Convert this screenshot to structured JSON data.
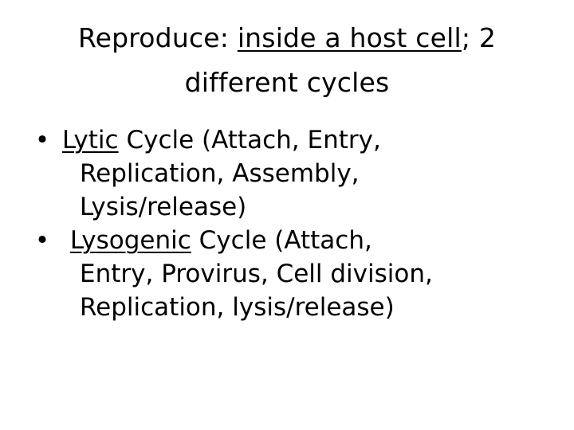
{
  "title": {
    "line1_prefix": "Reproduce: ",
    "line1_underlined": "inside a host cell",
    "line1_suffix": "; 2",
    "line2": "different cycles"
  },
  "bullets": [
    {
      "bullet_char": "•",
      "lead_space": "",
      "underlined": "Lytic",
      "first_line_rest": " Cycle (Attach, Entry,",
      "lines": [
        "Replication, Assembly,",
        "Lysis/release)"
      ]
    },
    {
      "bullet_char": "•",
      "lead_space": " ",
      "underlined": "Lysogenic",
      "first_line_rest": " Cycle (Attach,",
      "lines": [
        "Entry, Provirus, Cell division,",
        "Replication, lysis/release)"
      ]
    }
  ]
}
